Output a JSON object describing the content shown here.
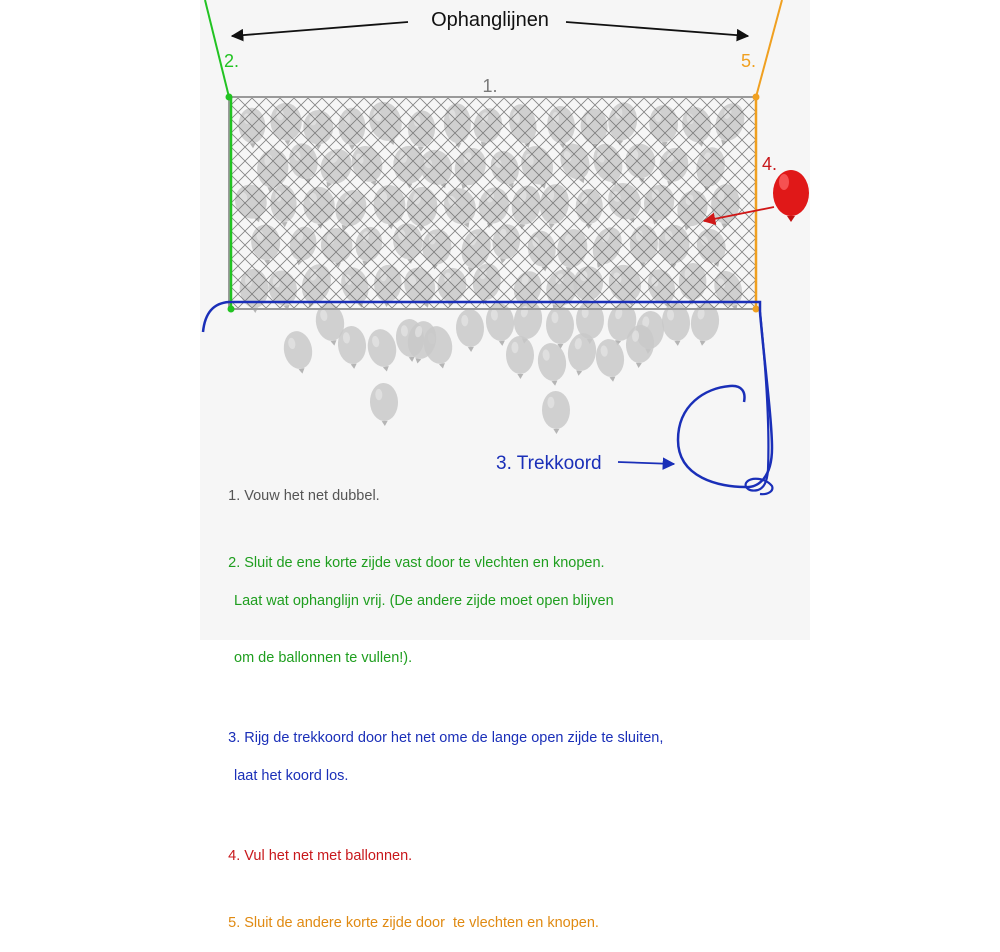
{
  "diagram": {
    "header": "Ophanglijnen",
    "labels": {
      "n1": "1.",
      "n2": "2.",
      "n4": "4.",
      "n5": "5.",
      "trekkoord": "3. Trekkoord"
    }
  },
  "steps": [
    {
      "lines": [
        "1. Vouw het net dubbel."
      ]
    },
    {
      "lines": [
        "2. Sluit de ene korte zijde vast door te vlechten en knopen.",
        "Laat wat ophanglijn vrij. (De andere zijde moet open blijven",
        "om de ballonnen te vullen!)."
      ]
    },
    {
      "lines": [
        "3. Rijg de trekkoord door het net ome de lange open zijde te sluiten,",
        "laat het koord los."
      ]
    },
    {
      "lines": [
        "4. Vul het net met ballonnen."
      ]
    },
    {
      "lines": [
        "5. Sluit de andere korte zijde door  te vlechten en knopen."
      ]
    }
  ],
  "colors": {
    "step1": "#555555",
    "step2": "#1f9e1f",
    "step3": "#1a2fb8",
    "step4": "#c8181c",
    "step5": "#e08a12",
    "balloon_gray": "#c9c9c9",
    "balloon_red": "#e01818"
  }
}
